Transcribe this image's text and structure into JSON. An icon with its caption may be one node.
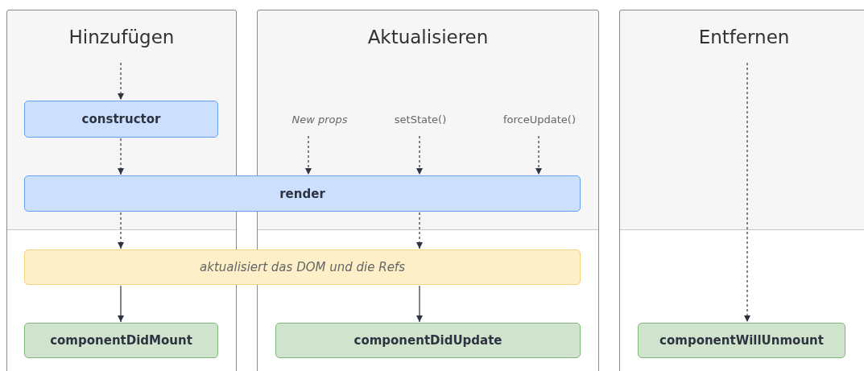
{
  "diagram": {
    "nodes": [
      {
        "text": [
          "Hinzufügen"
        ]
      },
      {
        "text": [
          "Aktualisieren"
        ]
      },
      {
        "text": [
          "Entfernen"
        ]
      },
      {
        "text": [
          "constructor"
        ],
        "in": 0
      },
      {
        "text": [
          "New props"
        ],
        "in": 1
      },
      {
        "text": [
          "setState()"
        ],
        "in": 1
      },
      {
        "text": [
          "forceUpdate()"
        ],
        "in": 1
      },
      {
        "text": [
          "render"
        ]
      },
      {
        "text": [
          "aktualisiert das DOM und die Refs"
        ]
      },
      {
        "text": [
          "componentDidMount"
        ],
        "in": 0
      },
      {
        "text": [
          "componentDidUpdate"
        ],
        "in": 1
      },
      {
        "text": [
          "componentWillUnmount"
        ],
        "in": 2
      }
    ],
    "edges": [
      {
        "from": null,
        "to": 3,
        "arrow": "to",
        "style": "dashed"
      },
      {
        "from": 3,
        "to": 7,
        "arrow": "to",
        "style": "dashed"
      },
      {
        "from": 4,
        "to": 7,
        "arrow": "to",
        "style": "dashed"
      },
      {
        "from": 5,
        "to": 7,
        "arrow": "to",
        "style": "dashed"
      },
      {
        "from": 6,
        "to": 7,
        "arrow": "to",
        "style": "dashed"
      },
      {
        "from": 7,
        "to": 8,
        "arrow": "to",
        "style": "dashed"
      },
      {
        "from": 7,
        "to": 8,
        "arrow": "to",
        "style": "dashed"
      },
      {
        "from": 8,
        "to": 9,
        "arrow": "to"
      },
      {
        "from": 8,
        "to": 10,
        "arrow": "to"
      },
      {
        "from": null,
        "to": 11,
        "arrow": "to",
        "style": "dashed"
      }
    ]
  }
}
